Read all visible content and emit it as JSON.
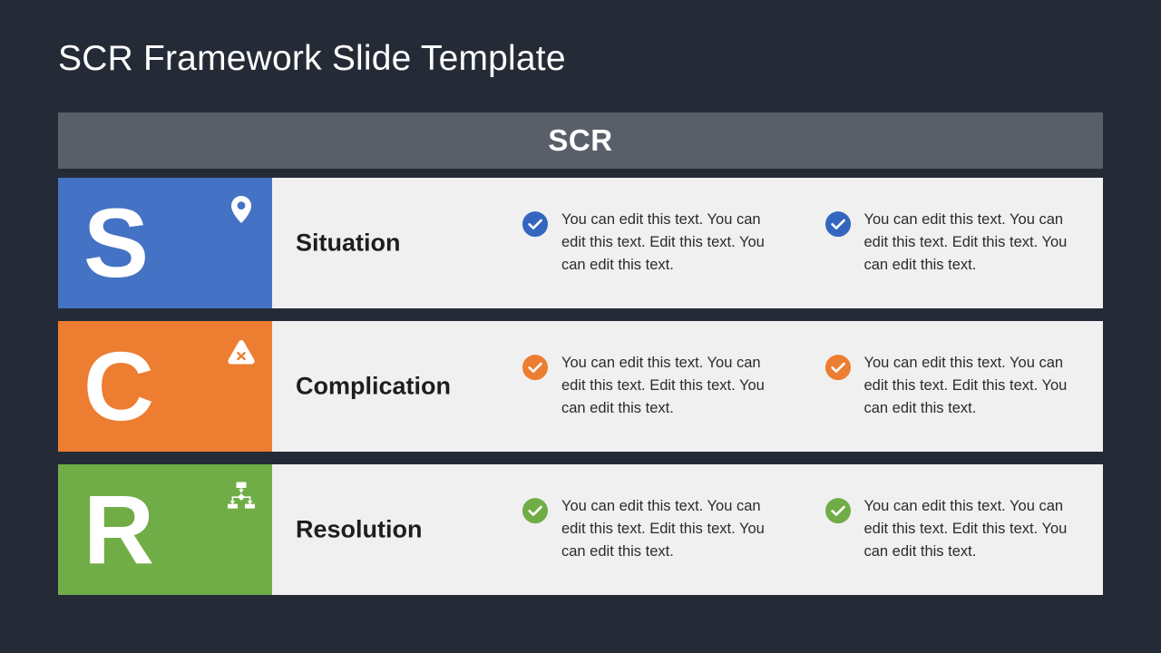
{
  "slide": {
    "title": "SCR Framework Slide Template",
    "background_color": "#252b36"
  },
  "header": {
    "label": "SCR",
    "background_color": "#595f68",
    "text_color": "#ffffff"
  },
  "rows": [
    {
      "letter": "S",
      "label": "Situation",
      "color": "#4472c4",
      "icon_name": "map-pin-icon",
      "bullets": [
        {
          "icon_name": "check-circle-icon",
          "text": "You can edit this text. You can edit this text. Edit this text. You can edit this text."
        },
        {
          "icon_name": "check-circle-icon",
          "text": "You can edit this text. You can edit this text. Edit this text. You can edit this text."
        }
      ]
    },
    {
      "letter": "C",
      "label": "Complication",
      "color": "#ed7d31",
      "icon_name": "warning-triangle-icon",
      "bullets": [
        {
          "icon_name": "check-circle-icon",
          "text": "You can edit this text. You can edit this text. Edit this text. You can edit this text."
        },
        {
          "icon_name": "check-circle-icon",
          "text": "You can edit this text. You can edit this text. Edit this text. You can edit this text."
        }
      ]
    },
    {
      "letter": "R",
      "label": "Resolution",
      "color": "#70ad47",
      "icon_name": "hierarchy-chart-icon",
      "bullets": [
        {
          "icon_name": "check-circle-icon",
          "text": "You can edit this text. You can edit this text. Edit this text. You can edit this text."
        },
        {
          "icon_name": "check-circle-icon",
          "text": "You can edit this text. You can edit this text. Edit this text. You can edit this text."
        }
      ]
    }
  ]
}
